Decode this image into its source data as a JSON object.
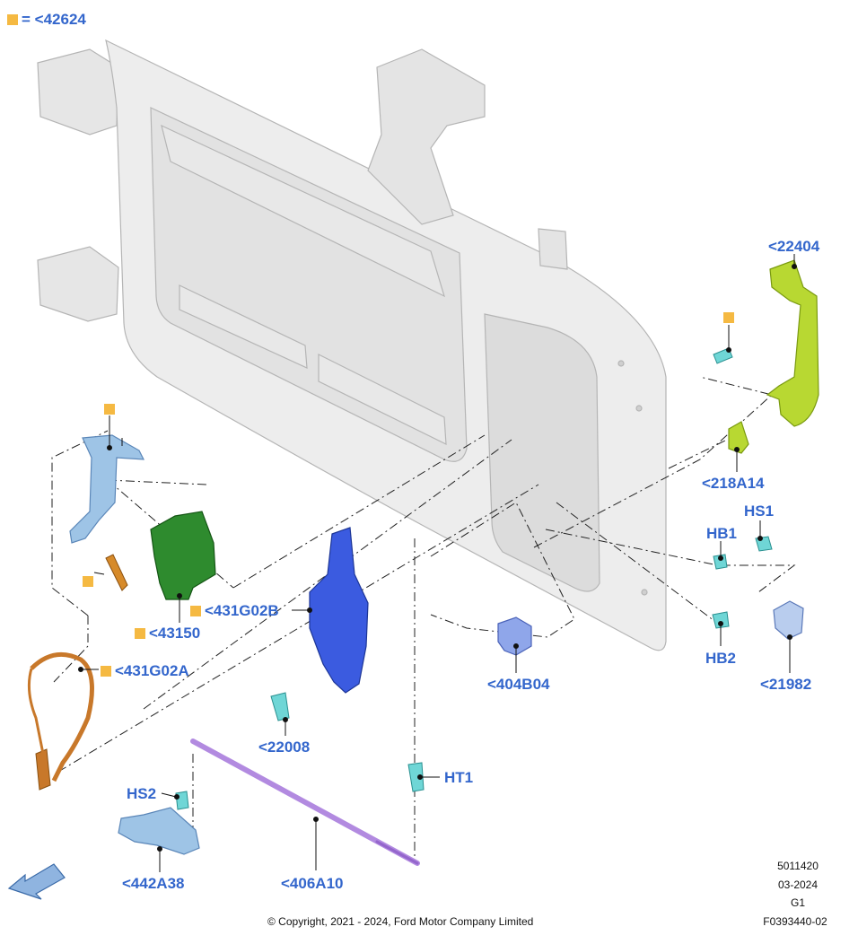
{
  "legend": {
    "marker_color": "#f5b942",
    "text": "= <42624"
  },
  "labels": {
    "l22404": "<22404",
    "l218A14": "<218A14",
    "HS1": "HS1",
    "HB1": "HB1",
    "HB2": "HB2",
    "l21982": "<21982",
    "l404B04": "<404B04",
    "l431G02B": "<431G02B",
    "l43150": "<43150",
    "l431G02A": "<431G02A",
    "l22008": "<22008",
    "HT1": "HT1",
    "HS2": "HS2",
    "l442A38": "<442A38",
    "l406A10": "<406A10"
  },
  "footer": {
    "copyright": "© Copyright, 2021 - 2024, Ford Motor Company Limited",
    "code1": "5011420",
    "date": "03-2024",
    "rev": "G1",
    "code2": "F0393440-02"
  },
  "colors": {
    "label": "#3366cc",
    "marker": "#f5b942",
    "door_panel": "#ececec",
    "handle": "#b8d832",
    "latch": "#2e8b2e",
    "actuator": "#3b5be0",
    "bracket": "#9ec4e6",
    "cable": "#c8782a",
    "strut": "#b28ae0",
    "fastener": "#6fd6d6",
    "arrow": "#8fb4e0"
  }
}
